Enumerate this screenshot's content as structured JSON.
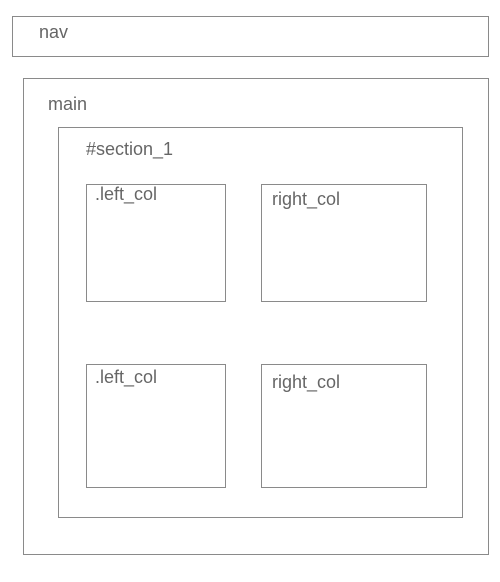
{
  "nav": {
    "label": "nav"
  },
  "main": {
    "label": "main",
    "section": {
      "label": "#section_1",
      "rows": [
        {
          "left_label": ".left_col",
          "right_label": "right_col"
        },
        {
          "left_label": ".left_col",
          "right_label": "right_col"
        }
      ]
    }
  },
  "colors": {
    "border": "#8a8a8a",
    "text": "#666666",
    "background": "#ffffff"
  }
}
